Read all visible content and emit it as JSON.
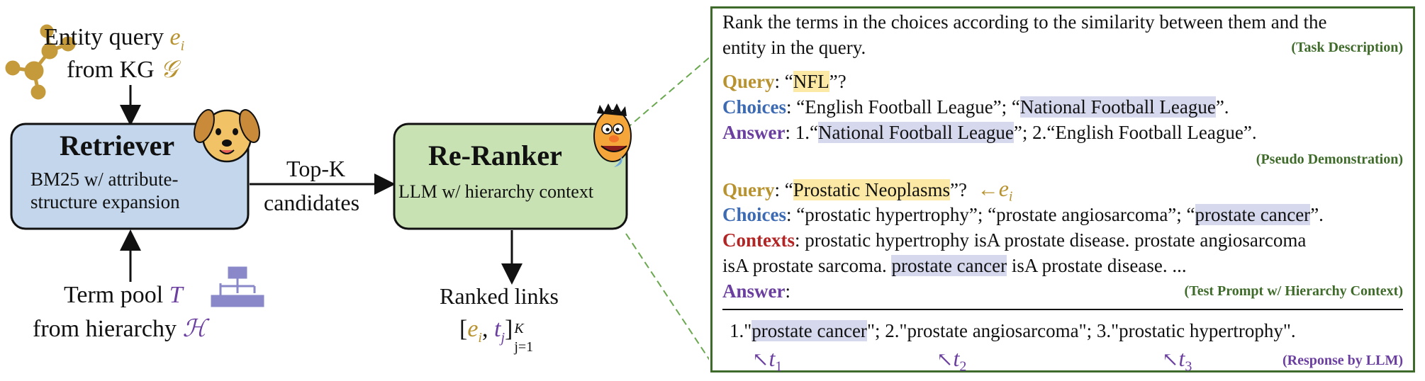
{
  "left": {
    "entity_query_text": "Entity query",
    "entity_var": "e",
    "entity_sub": "i",
    "from_kg_text": "from KG",
    "kg_symbol": "𝒢",
    "retriever_title": "Retriever",
    "retriever_line1": "BM25 w/ attribute-",
    "retriever_line2": "structure expansion",
    "topk_line1": "Top-K",
    "topk_line2": "candidates",
    "reranker_title": "Re-Ranker",
    "reranker_sub": "LLM w/ hierarchy context",
    "term_pool_text": "Term pool",
    "term_var": "T",
    "from_hier_text": "from hierarchy",
    "hier_symbol": "ℋ",
    "ranked_links": "Ranked links",
    "formula_open": "[",
    "formula_e": "e",
    "formula_i": "i",
    "formula_comma": ", ",
    "formula_t": "t",
    "formula_j": "j",
    "formula_close": "]",
    "formula_sup": "K",
    "formula_sub": "j=1"
  },
  "panel": {
    "task_line1": "Rank the terms in the choices according to the similarity between them and the",
    "task_line2": "entity in the query.",
    "task_tag": "(Task Description)",
    "demo": {
      "query_label": "Query",
      "query_pre": ": “",
      "query_hl": "NFL",
      "query_post": "”?",
      "choices_label": "Choices",
      "choices_pre": ": “English Football League”; “",
      "choices_hl": "National Football League",
      "choices_post": "”.",
      "answer_label": "Answer",
      "answer_pre": ": 1.“",
      "answer_hl": "National Football League",
      "answer_post": "”; 2.“English Football League”.",
      "tag": "(Pseudo Demonstration)"
    },
    "test": {
      "query_label": "Query",
      "query_pre": ": “",
      "query_hl": "Prostatic Neoplasms",
      "query_post": "”?",
      "arrow": "←",
      "e_var": "e",
      "e_sub": "i",
      "choices_label": "Choices",
      "choices_pre": ": “prostatic hypertrophy”; “prostate angiosarcoma”; “",
      "choices_hl": "prostate cancer",
      "choices_post": "”.",
      "contexts_label": "Contexts",
      "contexts_line1": ": prostatic hypertrophy isA prostate disease. prostate angiosarcoma",
      "contexts_line2_pre": "isA prostate sarcoma. ",
      "contexts_line2_hl": "prostate cancer",
      "contexts_line2_post": " isA prostate disease. ...",
      "answer_label": "Answer",
      "answer_post": ":",
      "tag": "(Test Prompt w/ Hierarchy Context)"
    },
    "response": {
      "pre": "1.\"",
      "hl": "prostate cancer",
      "post": "\"; 2.\"prostate angiosarcoma\"; 3.\"prostatic hypertrophy\".",
      "t_var": "t",
      "t1": "1",
      "t2": "2",
      "t3": "3",
      "arrow": "↖",
      "tag": "(Response by LLM)"
    }
  },
  "colors": {
    "retriever_fill": "#c3d6ec",
    "reranker_fill": "#c9e2b3",
    "panel_border": "#3e6b2c",
    "gold": "#b8922e",
    "blue": "#3d6bb3",
    "purple": "#6b3fa0",
    "red": "#b32424",
    "green": "#3f6b2a",
    "highlight_yellow": "#fbe9a5",
    "highlight_blue": "#d6d9ee"
  },
  "icons": [
    "knowledge-graph-icon",
    "dog-face-icon",
    "muppet-face-icon",
    "hierarchy-tree-icon"
  ]
}
